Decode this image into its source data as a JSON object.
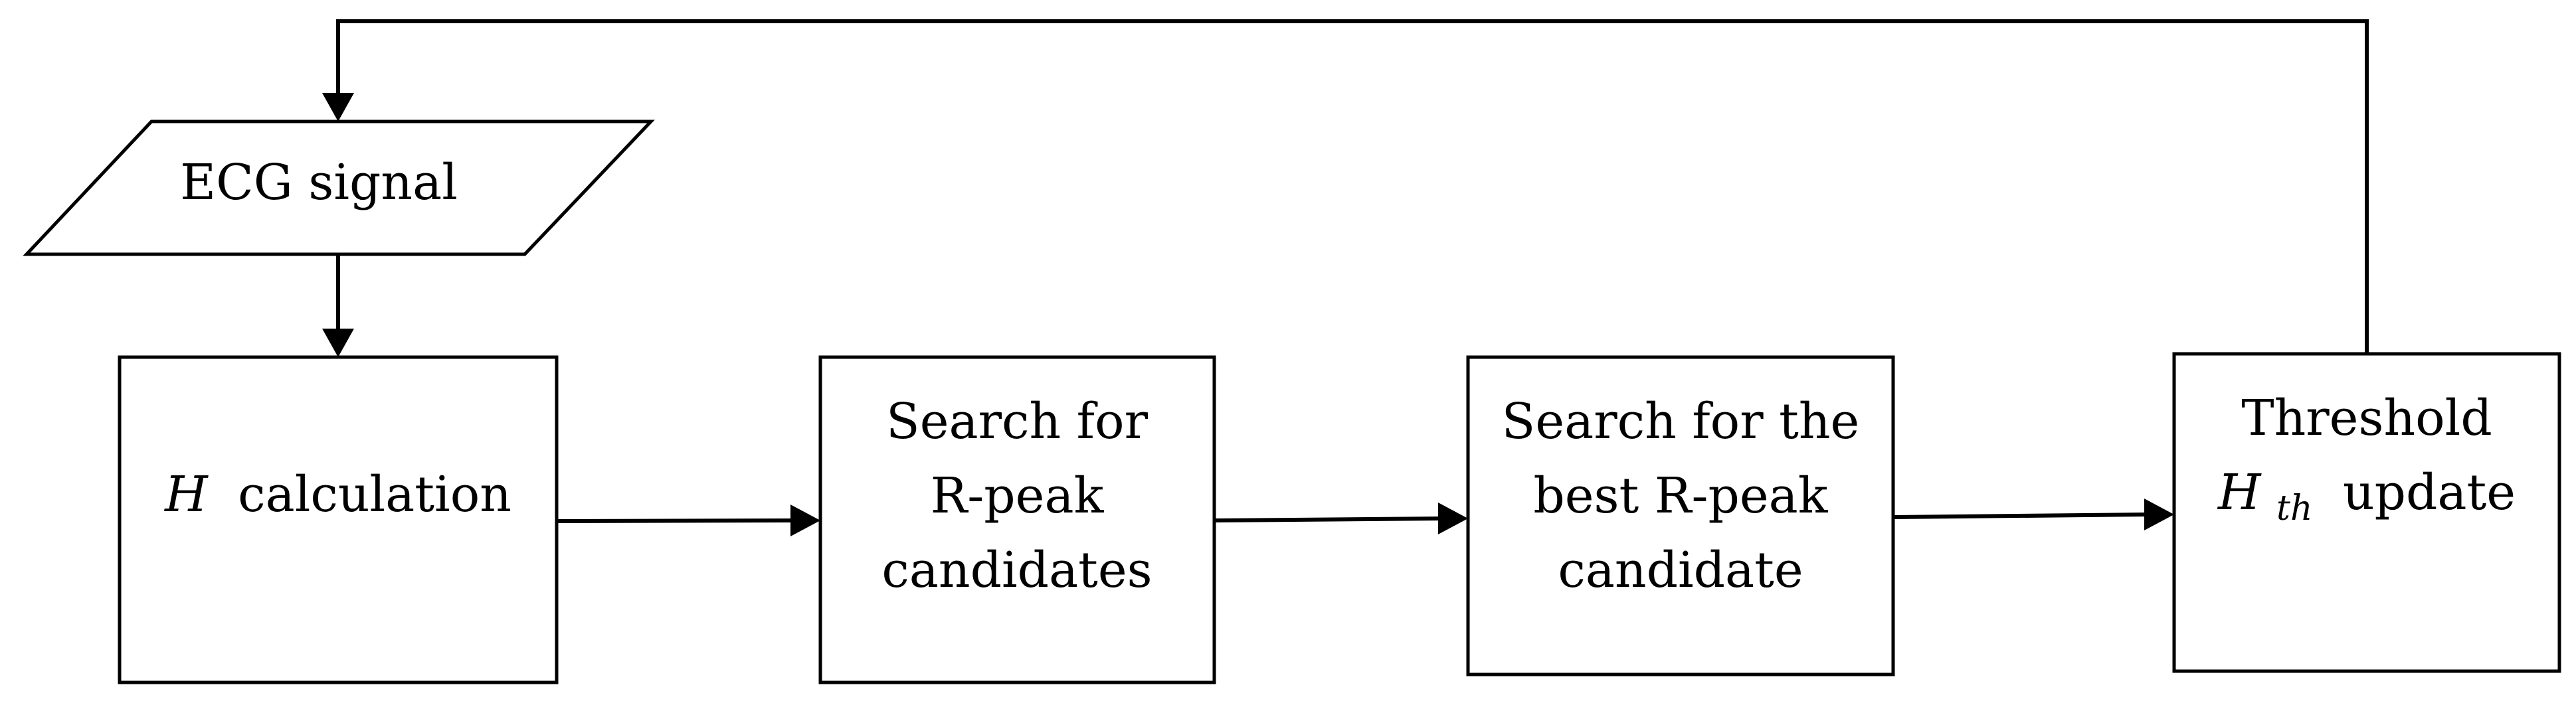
{
  "nodes": {
    "input": {
      "label": "ECG signal"
    },
    "h_calc": {
      "var": "H",
      "label": "calculation"
    },
    "search_candidates": {
      "lines": [
        "Search for",
        "R-peak",
        "candidates"
      ]
    },
    "search_best": {
      "lines": [
        "Search for the",
        "best R-peak",
        "candidate"
      ]
    },
    "threshold": {
      "line1": "Threshold",
      "var": "H",
      "sub": "th",
      "label": "update"
    }
  },
  "edges": [
    {
      "from": "input",
      "to": "h_calc"
    },
    {
      "from": "h_calc",
      "to": "search_candidates"
    },
    {
      "from": "search_candidates",
      "to": "search_best"
    },
    {
      "from": "search_best",
      "to": "threshold"
    },
    {
      "from": "threshold",
      "to": "input"
    }
  ]
}
